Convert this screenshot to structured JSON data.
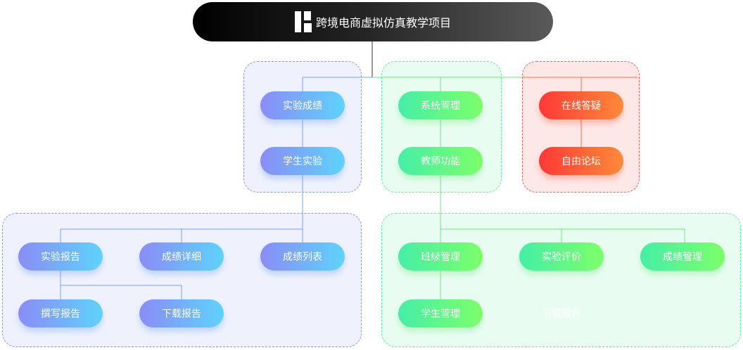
{
  "title": "跨境电商虚拟仿真教学项目",
  "colors": {
    "blue": "#7aa0f8",
    "green": "#6ee87e",
    "red": "#ff6a4a"
  },
  "student": {
    "top": [
      "实验成绩",
      "学生实验"
    ],
    "bottom_row1": [
      "实验报告",
      "成绩详细",
      "成绩列表"
    ],
    "bottom_row2": [
      "撰写报告",
      "下载报告"
    ]
  },
  "teacher": {
    "top": [
      "系统管理",
      "教师功能"
    ],
    "bottom_row1": [
      "班级管理",
      "实验评价",
      "成绩管理"
    ],
    "bottom_row2": [
      "学生管理"
    ],
    "ghost": "下载报告"
  },
  "forum": {
    "top": [
      "在线答疑",
      "自由论坛"
    ]
  }
}
